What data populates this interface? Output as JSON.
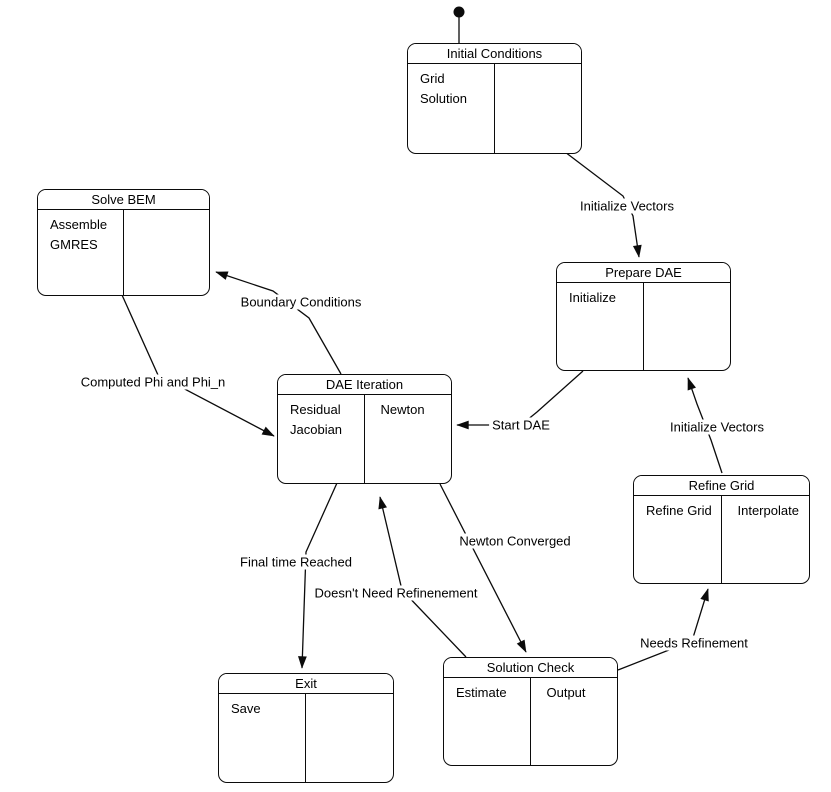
{
  "colors": {
    "ink": "#000000",
    "background": "#ffffff"
  },
  "states": [
    {
      "id": "initial-conditions",
      "title": "Initial Conditions",
      "left": "Grid\nSolution",
      "right": ""
    },
    {
      "id": "solve-bem",
      "title": "Solve BEM",
      "left": "Assemble\nGMRES",
      "right": ""
    },
    {
      "id": "prepare-dae",
      "title": "Prepare DAE",
      "left": "Initialize",
      "right": ""
    },
    {
      "id": "dae-iteration",
      "title": "DAE Iteration",
      "left": "Residual\nJacobian",
      "right": "Newton"
    },
    {
      "id": "refine-grid",
      "title": "Refine Grid",
      "left": "Refine Grid",
      "right": "Interpolate"
    },
    {
      "id": "solution-check",
      "title": "Solution Check",
      "left": "Estimate",
      "right": "Output"
    },
    {
      "id": "exit",
      "title": "Exit",
      "left": "Save",
      "right": ""
    }
  ],
  "edges": [
    {
      "id": "start-to-initial-conditions",
      "label": ""
    },
    {
      "id": "initial-conditions-to-prepare-dae",
      "label": "Initialize Vectors"
    },
    {
      "id": "prepare-dae-to-dae-iteration",
      "label": "Start DAE"
    },
    {
      "id": "dae-iteration-to-solve-bem",
      "label": "Boundary Conditions"
    },
    {
      "id": "solve-bem-to-dae-iteration",
      "label": "Computed Phi and Phi_n"
    },
    {
      "id": "dae-iteration-to-exit",
      "label": "Final time Reached"
    },
    {
      "id": "dae-iteration-to-solution-check",
      "label": "Newton Converged"
    },
    {
      "id": "solution-check-to-dae-iteration",
      "label": "Doesn't Need Refinenement"
    },
    {
      "id": "solution-check-to-refine-grid",
      "label": "Needs Refinement"
    },
    {
      "id": "refine-grid-to-prepare-dae",
      "label": "Initialize Vectors"
    }
  ]
}
